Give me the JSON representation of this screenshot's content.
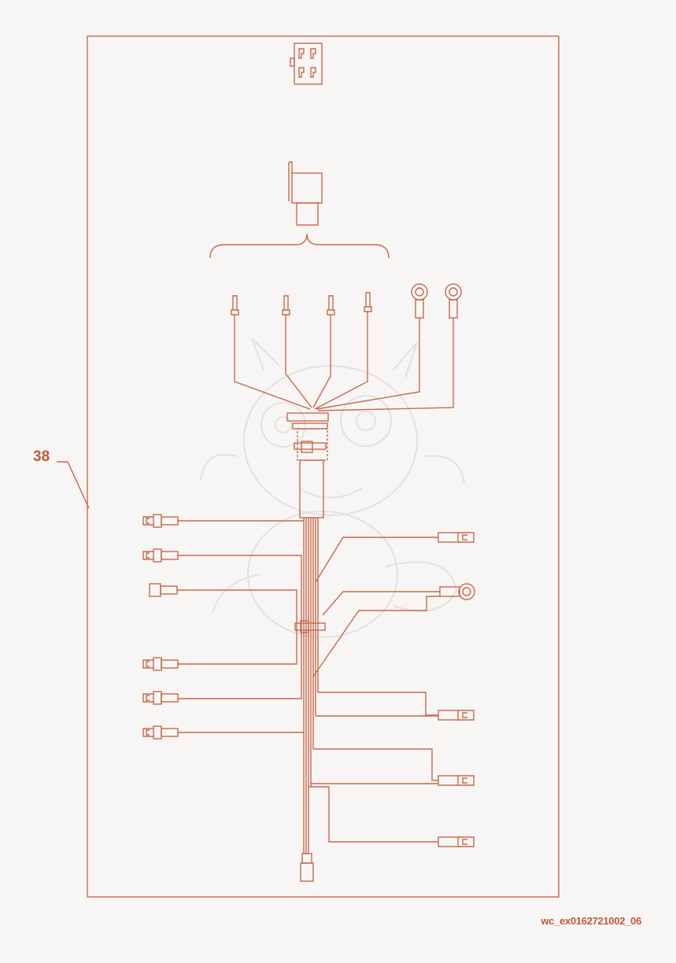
{
  "callout": {
    "number": "38"
  },
  "figure": {
    "code": "wc_ex0162721002_06"
  },
  "colors": {
    "line": "#c8694a",
    "text": "#bf5a38",
    "background": "#f7f6f5",
    "watermark": "#9a9a9a"
  },
  "icons": {
    "connector_top": "multi-pin-connector-icon",
    "relay": "relay-icon",
    "blade": "blade-terminal-icon",
    "ring": "ring-terminal-icon",
    "fork": "fork-terminal-icon",
    "plug": "plug-connector-icon",
    "watermark": "dragon-watermark"
  }
}
